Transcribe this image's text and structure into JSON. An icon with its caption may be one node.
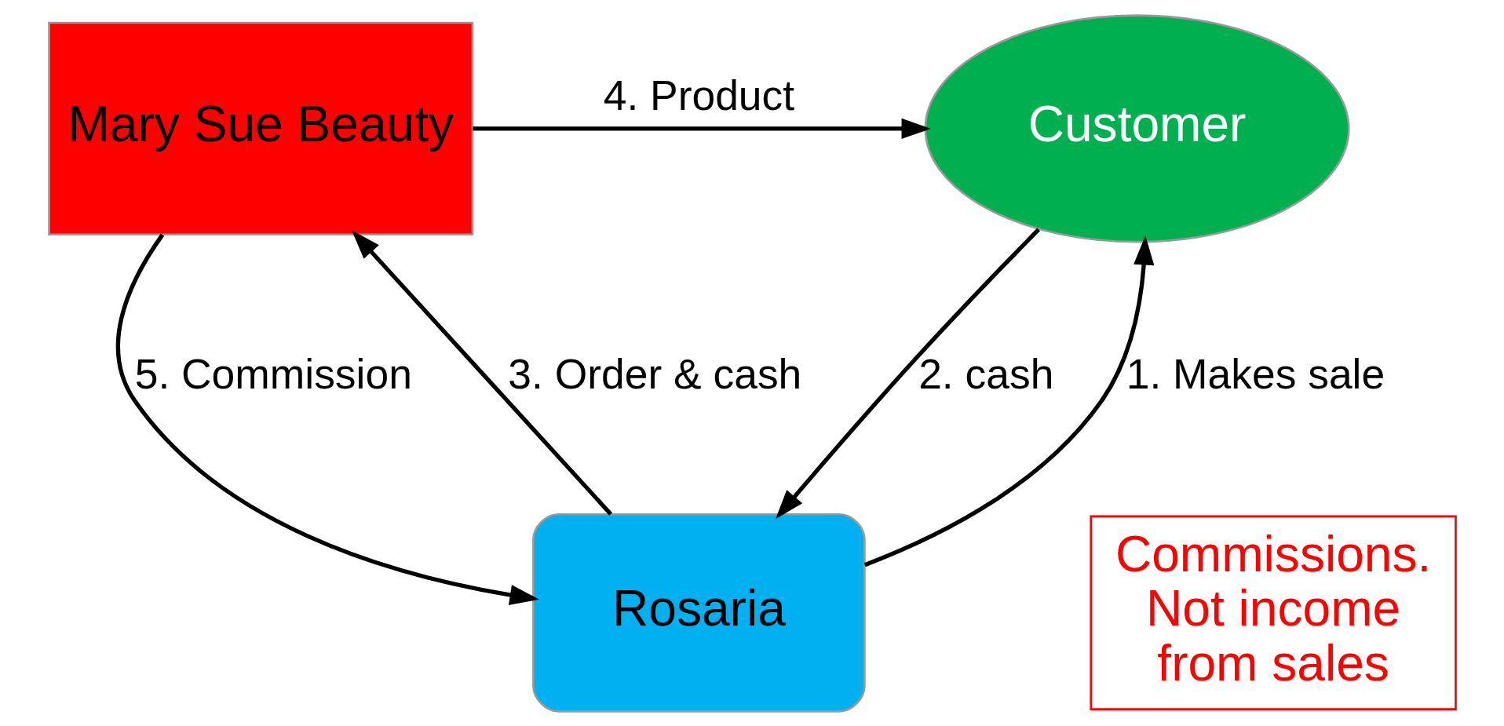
{
  "diagram": {
    "nodes": [
      {
        "text": [
          "Mary Sue Beauty"
        ]
      },
      {
        "text": [
          "Customer"
        ]
      },
      {
        "text": [
          "Rosaria"
        ]
      },
      {
        "text": [
          "Commissions. Not income from sales"
        ]
      }
    ],
    "edges": [
      {
        "from": 0,
        "to": 1,
        "arrow": "to",
        "label": "4. Product"
      },
      {
        "from": 1,
        "to": 2,
        "arrow": "to",
        "label": "2. cash"
      },
      {
        "from": 2,
        "to": 1,
        "arrow": "to",
        "label": "1. Makes sale"
      },
      {
        "from": 2,
        "to": 0,
        "arrow": "to",
        "label": "3. Order & cash"
      },
      {
        "from": 0,
        "to": 2,
        "arrow": "to",
        "label": "5. Commission"
      }
    ]
  }
}
